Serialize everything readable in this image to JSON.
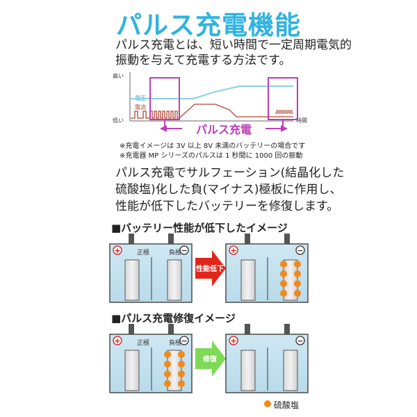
{
  "title": "パルス充電機能",
  "intro": {
    "line1": "パルス充電とは、短い時間で一定周期電気的",
    "line2": "振動を与えて充電する方法です。"
  },
  "graph": {
    "y_high": "高い",
    "y_low": "低い",
    "x_label": "時間",
    "voltage_label": "電圧",
    "current_label": "電流",
    "pulse_label": "パルス充電",
    "colors": {
      "voltage": "#8ccfe6",
      "current": "#b4442e",
      "pulse": "#b93fb6"
    }
  },
  "notes": {
    "line1": "※充電イメージは 3V 以上 8V 未満のバッテリーの場合です",
    "line2": "※充電器 MP シリーズのパルスは 1 秒間に 1000 回の振動"
  },
  "paragraph": {
    "line1": "パルス充電でサルフェーション(結晶化した",
    "line2": "硫酸塩)化した負(マイナス)極板に作用し、",
    "line3": "性能が低下したバッテリーを修復します。"
  },
  "section1": {
    "heading": "■バッテリー性能が低下したイメージ",
    "positive_label": "正極",
    "negative_label": "負極",
    "arrow_label": "性能低下",
    "arrow_color": "#e0261b"
  },
  "section2": {
    "heading": "■パルス充電修復イメージ",
    "positive_label": "正極",
    "negative_label": "負極",
    "arrow_label": "修復",
    "arrow_color": "#7ed957"
  },
  "legend": {
    "label": "硫酸塩",
    "color": "#f08a1c"
  }
}
